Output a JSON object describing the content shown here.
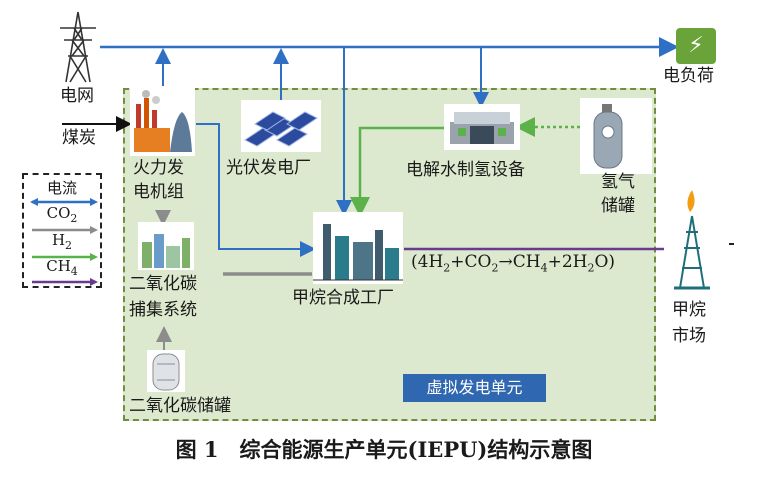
{
  "labels": {
    "grid": "电网",
    "load": "电负荷",
    "coal": "煤炭",
    "thermal_line1": "火力发",
    "thermal_line2": "电机组",
    "pv": "光伏发电厂",
    "electrolyzer": "电解水制氢设备",
    "h2_tank_line1": "氢气",
    "h2_tank_line2": "储罐",
    "capture_line1": "二氧化碳",
    "capture_line2": "捕集系统",
    "methanation": "甲烷合成工厂",
    "co2_tank": "二氧化碳储罐",
    "market_line1": "甲烷",
    "market_line2": "市场",
    "vpp": "虚拟发电单元"
  },
  "reaction": {
    "open": "(4H",
    "h2_sub": "2",
    "plus1": "+CO",
    "co2_sub": "2",
    "arrow": "→",
    "ch": "CH",
    "ch4_sub": "4",
    "plus2": "+2H",
    "h2o_sub": "2",
    "close": "O)"
  },
  "legend": [
    {
      "name": "电流",
      "color": "#2f6fc4"
    },
    {
      "name": "CO2",
      "color": "#8c8c8c"
    },
    {
      "name": "H2",
      "color": "#5bb14a"
    },
    {
      "name": "CH4",
      "color": "#6b3a8f"
    }
  ],
  "legend_text": {
    "current": "电流",
    "co2_main": "CO",
    "co2_sub": "2",
    "h2_main": "H",
    "h2_sub": "2",
    "ch4_main": "CH",
    "ch4_sub": "4"
  },
  "caption": "图 1　综合能源生产单元(IEPU)结构示意图",
  "colors": {
    "electric": "#2f6fc4",
    "co2": "#8c8c8c",
    "h2": "#5bb14a",
    "ch4": "#6b3a8f",
    "vpp_fill": "#dde9cf",
    "vpp_border": "#6f8f3f",
    "vpp_tag": "#2f67b0"
  }
}
